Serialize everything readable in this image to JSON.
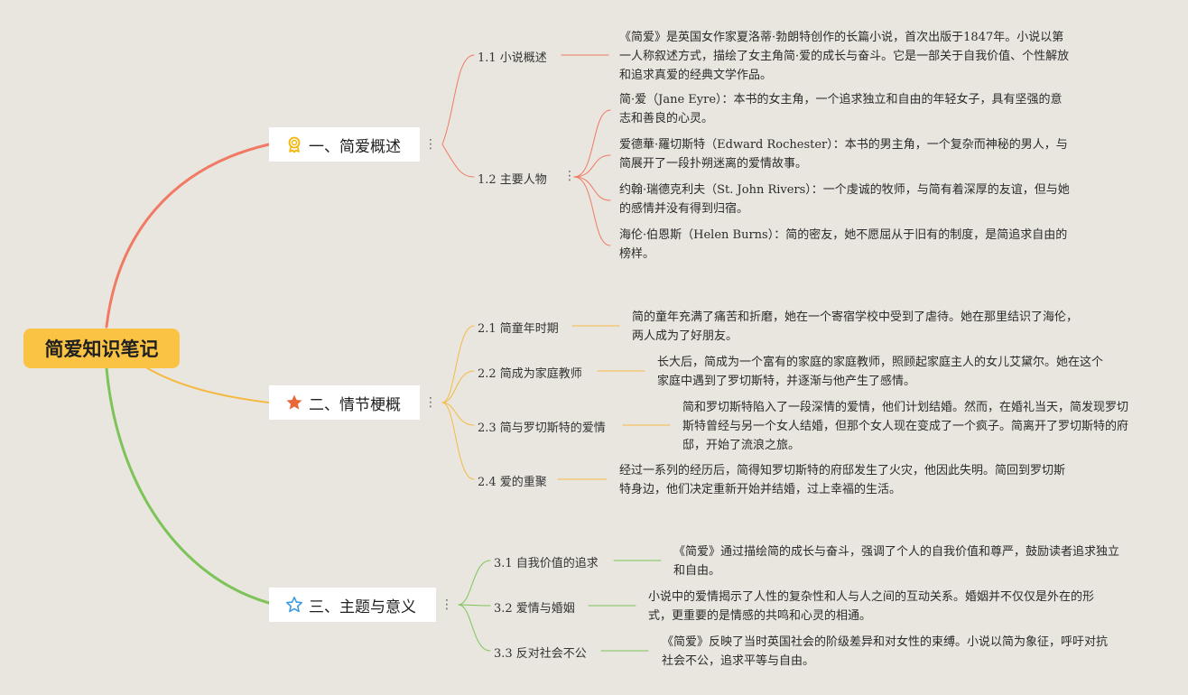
{
  "root": {
    "label": "简爱知识笔记",
    "color": "#fbc343"
  },
  "branches": [
    {
      "label": "一、简爱概述",
      "icon": "ribbon-award-icon",
      "color": "#f07a63",
      "children": [
        {
          "label": "1.1 小说概述",
          "leaves": [
            "《简爱》是英国女作家夏洛蒂·勃朗特创作的长篇小说，首次出版于1847年。小说以第一人称叙述方式，描绘了女主角简·爱的成长与奋斗。它是一部关于自我价值、个性解放和追求真爱的经典文学作品。"
          ]
        },
        {
          "label": "1.2 主要人物",
          "leaves": [
            "简·爱（Jane Eyre）：本书的女主角，一个追求独立和自由的年轻女子，具有坚强的意志和善良的心灵。",
            "爱德華·羅切斯特（Edward Rochester）：本书的男主角，一个复杂而神秘的男人，与简展开了一段扑朔迷离的爱情故事。",
            "约翰·瑞德克利夫（St. John Rivers）：一个虔诚的牧师，与简有着深厚的友谊，但与她的感情并没有得到归宿。",
            "海伦·伯恩斯（Helen Burns）：简的密友，她不愿屈从于旧有的制度，是简追求自由的榜样。"
          ]
        }
      ]
    },
    {
      "label": "二、情节梗概",
      "icon": "star-filled-icon",
      "color": "#f5b942",
      "children": [
        {
          "label": "2.1 简童年时期",
          "leaves": [
            "简的童年充满了痛苦和折磨，她在一个寄宿学校中受到了虐待。她在那里结识了海伦，两人成为了好朋友。"
          ]
        },
        {
          "label": "2.2 简成为家庭教师",
          "leaves": [
            "长大后，简成为一个富有的家庭的家庭教师，照顾起家庭主人的女儿艾黛尔。她在这个家庭中遇到了罗切斯特，并逐渐与他产生了感情。"
          ]
        },
        {
          "label": "2.3 简与罗切斯特的爱情",
          "leaves": [
            "简和罗切斯特陷入了一段深情的爱情，他们计划结婚。然而，在婚礼当天，简发现罗切斯特曾经与另一个女人结婚，但那个女人现在变成了一个疯子。简离开了罗切斯特的府邸，开始了流浪之旅。"
          ]
        },
        {
          "label": "2.4 爱的重聚",
          "leaves": [
            "经过一系列的经历后，简得知罗切斯特的府邸发生了火灾，他因此失明。简回到罗切斯特身边，他们决定重新开始并结婚，过上幸福的生活。"
          ]
        }
      ]
    },
    {
      "label": "三、主题与意义",
      "icon": "star-outline-icon",
      "color": "#7cc458",
      "children": [
        {
          "label": "3.1 自我价值的追求",
          "leaves": [
            "《简爱》通过描绘简的成长与奋斗，强调了个人的自我价值和尊严，鼓励读者追求独立和自由。"
          ]
        },
        {
          "label": "3.2 爱情与婚姻",
          "leaves": [
            "小说中的爱情揭示了人性的复杂性和人与人之间的互动关系。婚姻并不仅仅是外在的形式，更重要的是情感的共鸣和心灵的相通。"
          ]
        },
        {
          "label": "3.3 反对社会不公",
          "leaves": [
            "《简爱》反映了当时英国社会的阶级差异和对女性的束缚。小说以简为象征，呼吁对抗社会不公，追求平等与自由。"
          ]
        }
      ]
    }
  ]
}
